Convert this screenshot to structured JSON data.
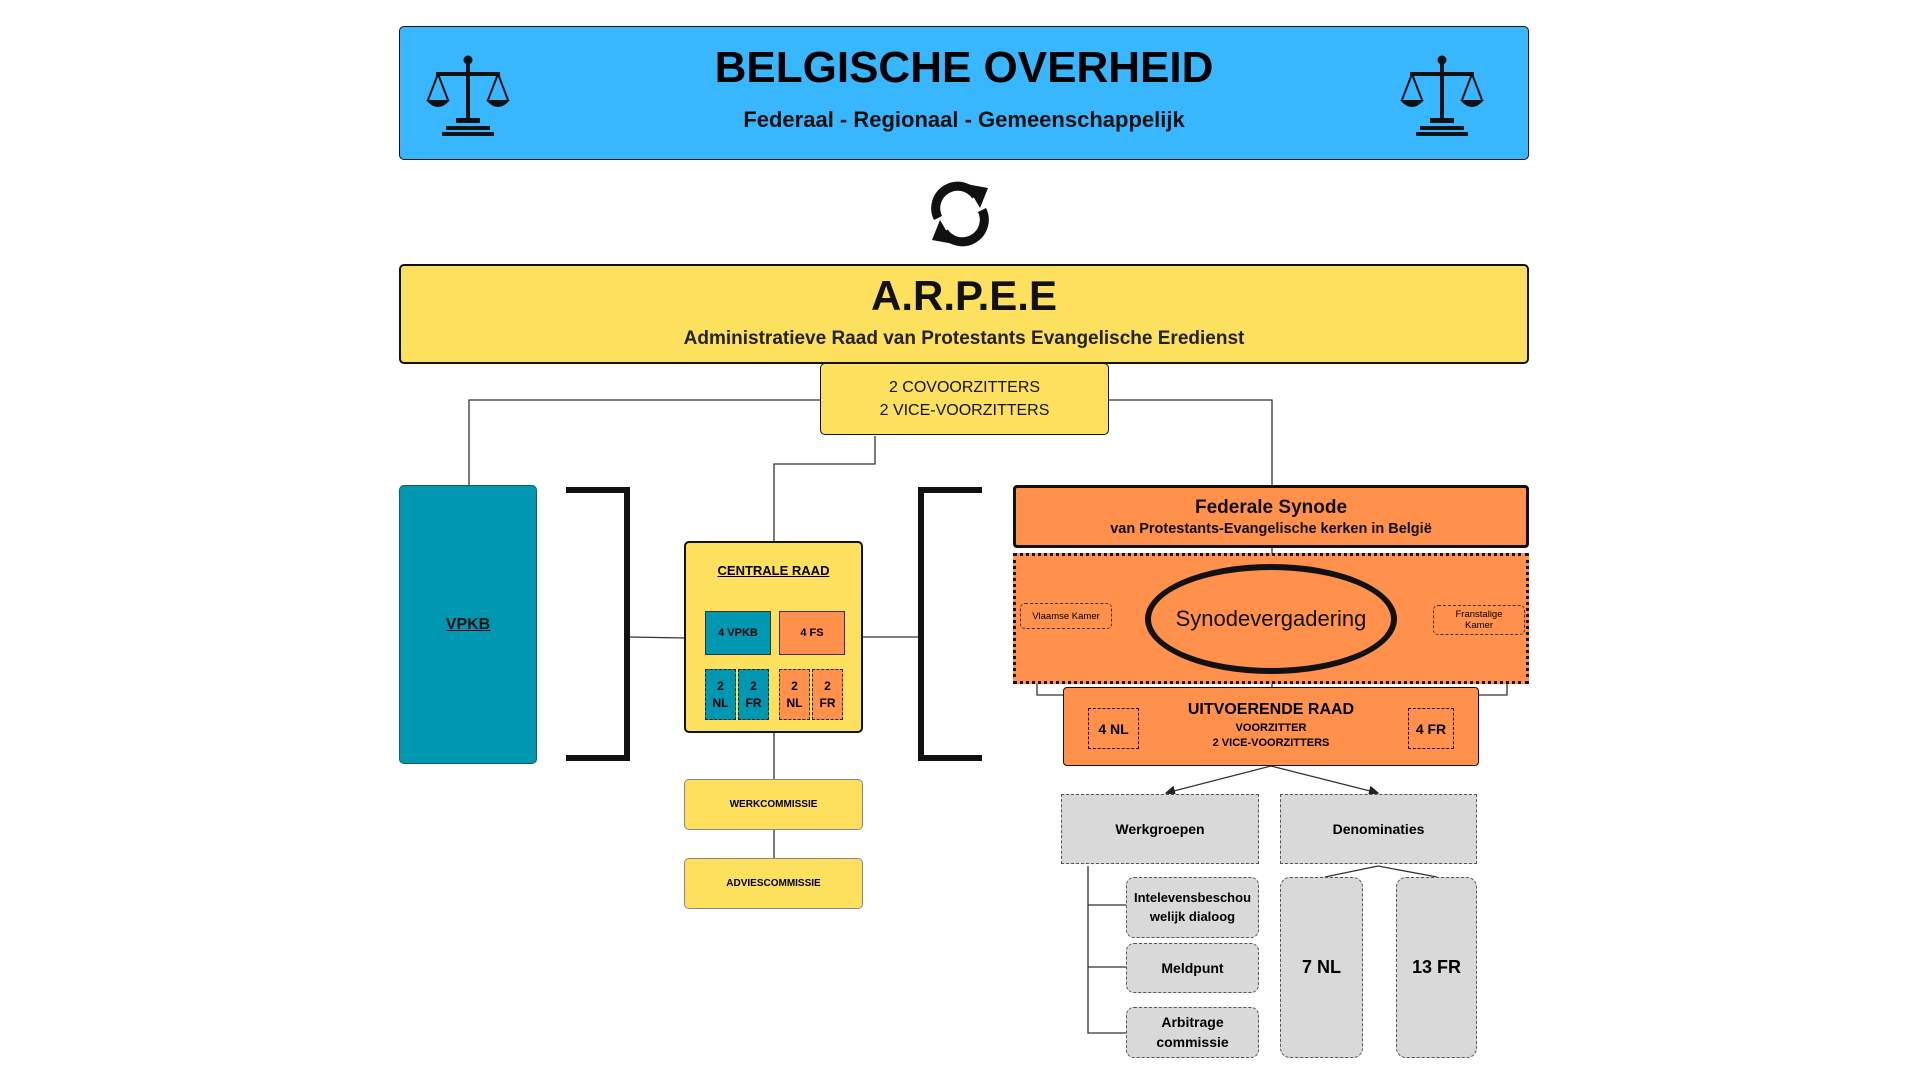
{
  "overheid": {
    "title": "BELGISCHE OVERHEID",
    "subtitle": "Federaal - Regionaal - Gemeenschappelijk"
  },
  "arpee": {
    "title": "A.R.P.E.E",
    "subtitle": "Administratieve Raad van Protestants Evangelische Eredienst"
  },
  "presidency": {
    "line1": "2 COVOORZITTERS",
    "line2": "2 VICE-VOORZITTERS"
  },
  "vpkb": {
    "label": "VPKB"
  },
  "centrale_raad": {
    "title": "CENTRALE RAAD",
    "vpkb_box": "4 VPKB",
    "fs_box": "4 FS",
    "sub": [
      {
        "top": "2",
        "bottom": "NL"
      },
      {
        "top": "2",
        "bottom": "FR"
      },
      {
        "top": "2",
        "bottom": "NL"
      },
      {
        "top": "2",
        "bottom": "FR"
      }
    ]
  },
  "werkcommissie": {
    "label": "WERKCOMMISSIE"
  },
  "adviescommissie": {
    "label": "ADVIESCOMMISSIE"
  },
  "synode": {
    "title": "Federale Synode",
    "subtitle": "van Protestants-Evangelische kerken in België",
    "vergadering": "Synodevergadering",
    "vlaamse_kamer": "Vlaamse Kamer",
    "franstalige_kamer": "Franstalige Kamer"
  },
  "uitvoerende_raad": {
    "title": "UITVOERENDE RAAD",
    "line1": "VOORZITTER",
    "line2": "2 VICE-VOORZITTERS",
    "left": "4 NL",
    "right": "4 FR"
  },
  "werkgroepen": {
    "label": "Werkgroepen",
    "items": [
      "Intelevensbeschou welijk dialoog",
      "Meldpunt",
      "Arbitrage commissie"
    ]
  },
  "denominaties": {
    "label": "Denominaties",
    "items": [
      "7 NL",
      "13 FR"
    ]
  },
  "colors": {
    "blue": "#38b6ff",
    "yellow": "#fde05e",
    "teal": "#0097b2",
    "orange": "#ff914d",
    "grey": "#d9d9d9"
  },
  "icons": [
    "scales-of-justice-icon",
    "sync-arrows-icon"
  ]
}
